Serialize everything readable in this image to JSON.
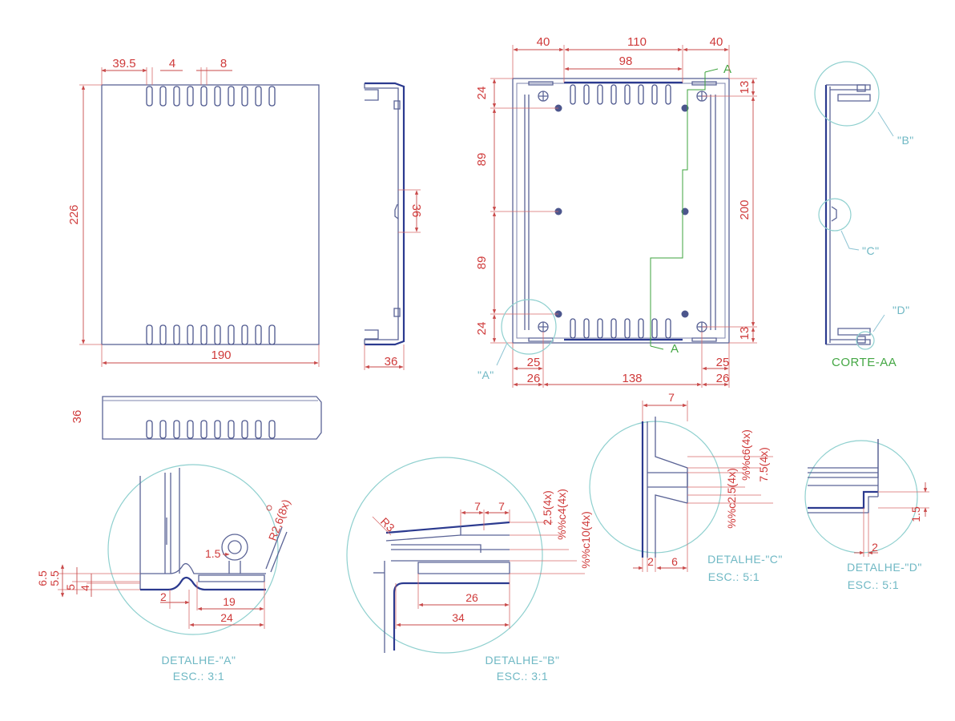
{
  "front": {
    "d_39_5": "39.5",
    "d_4": "4",
    "d_8": "8",
    "d_226": "226",
    "d_190": "190"
  },
  "side": {
    "d_36_a": "36",
    "d_36_b": "36"
  },
  "bottom": {
    "d_36": "36"
  },
  "top": {
    "d_40_l": "40",
    "d_110": "110",
    "d_40_r": "40",
    "d_98": "98",
    "d_24_t": "24",
    "d_89_t": "89",
    "d_89_b": "89",
    "d_24_b": "24",
    "d_13_t": "13",
    "d_200": "200",
    "d_13_b": "13",
    "d_25_l": "25",
    "d_25_r": "25",
    "d_26_l": "26",
    "d_138": "138",
    "d_26_r": "26",
    "a_top": "A",
    "a_bottom": "A",
    "ref_a": "\"A\""
  },
  "section": {
    "title": "CORTE-AA",
    "ref_b": "\"B\"",
    "ref_c": "\"C\"",
    "ref_d": "\"D\""
  },
  "detail_a": {
    "title": "DETALHE-\"A\"",
    "scale": "ESC.: 3:1",
    "d_r2": "R2,6(8x)",
    "d_6_5": "6.5",
    "d_5_5": "5.5",
    "d_5": "5",
    "d_4": "4",
    "d_1_5": "1.5",
    "d_2": "2",
    "d_19": "19",
    "d_24": "24"
  },
  "detail_b": {
    "title": "DETALHE-\"B\"",
    "scale": "ESC.: 3:1",
    "d_r3": "R3",
    "d_7a": "7",
    "d_7b": "7",
    "d_2_5": "2.5(4x)",
    "d_c4": "%%c4(4x)",
    "d_c10": "%%c10(4x)",
    "d_26": "26",
    "d_34": "34"
  },
  "detail_c": {
    "title": "DETALHE-\"C\"",
    "scale": "ESC.: 5:1",
    "d_7": "7",
    "d_c2_5": "%%c2.5(4x)",
    "d_c6": "%%c6(4x)",
    "d_7_5": "7.5(4x)",
    "d_2": "2",
    "d_6": "6"
  },
  "detail_d": {
    "title": "DETALHE-\"D\"",
    "scale": "ESC.: 5:1",
    "d_1_5": "1.5",
    "d_2": "2"
  }
}
